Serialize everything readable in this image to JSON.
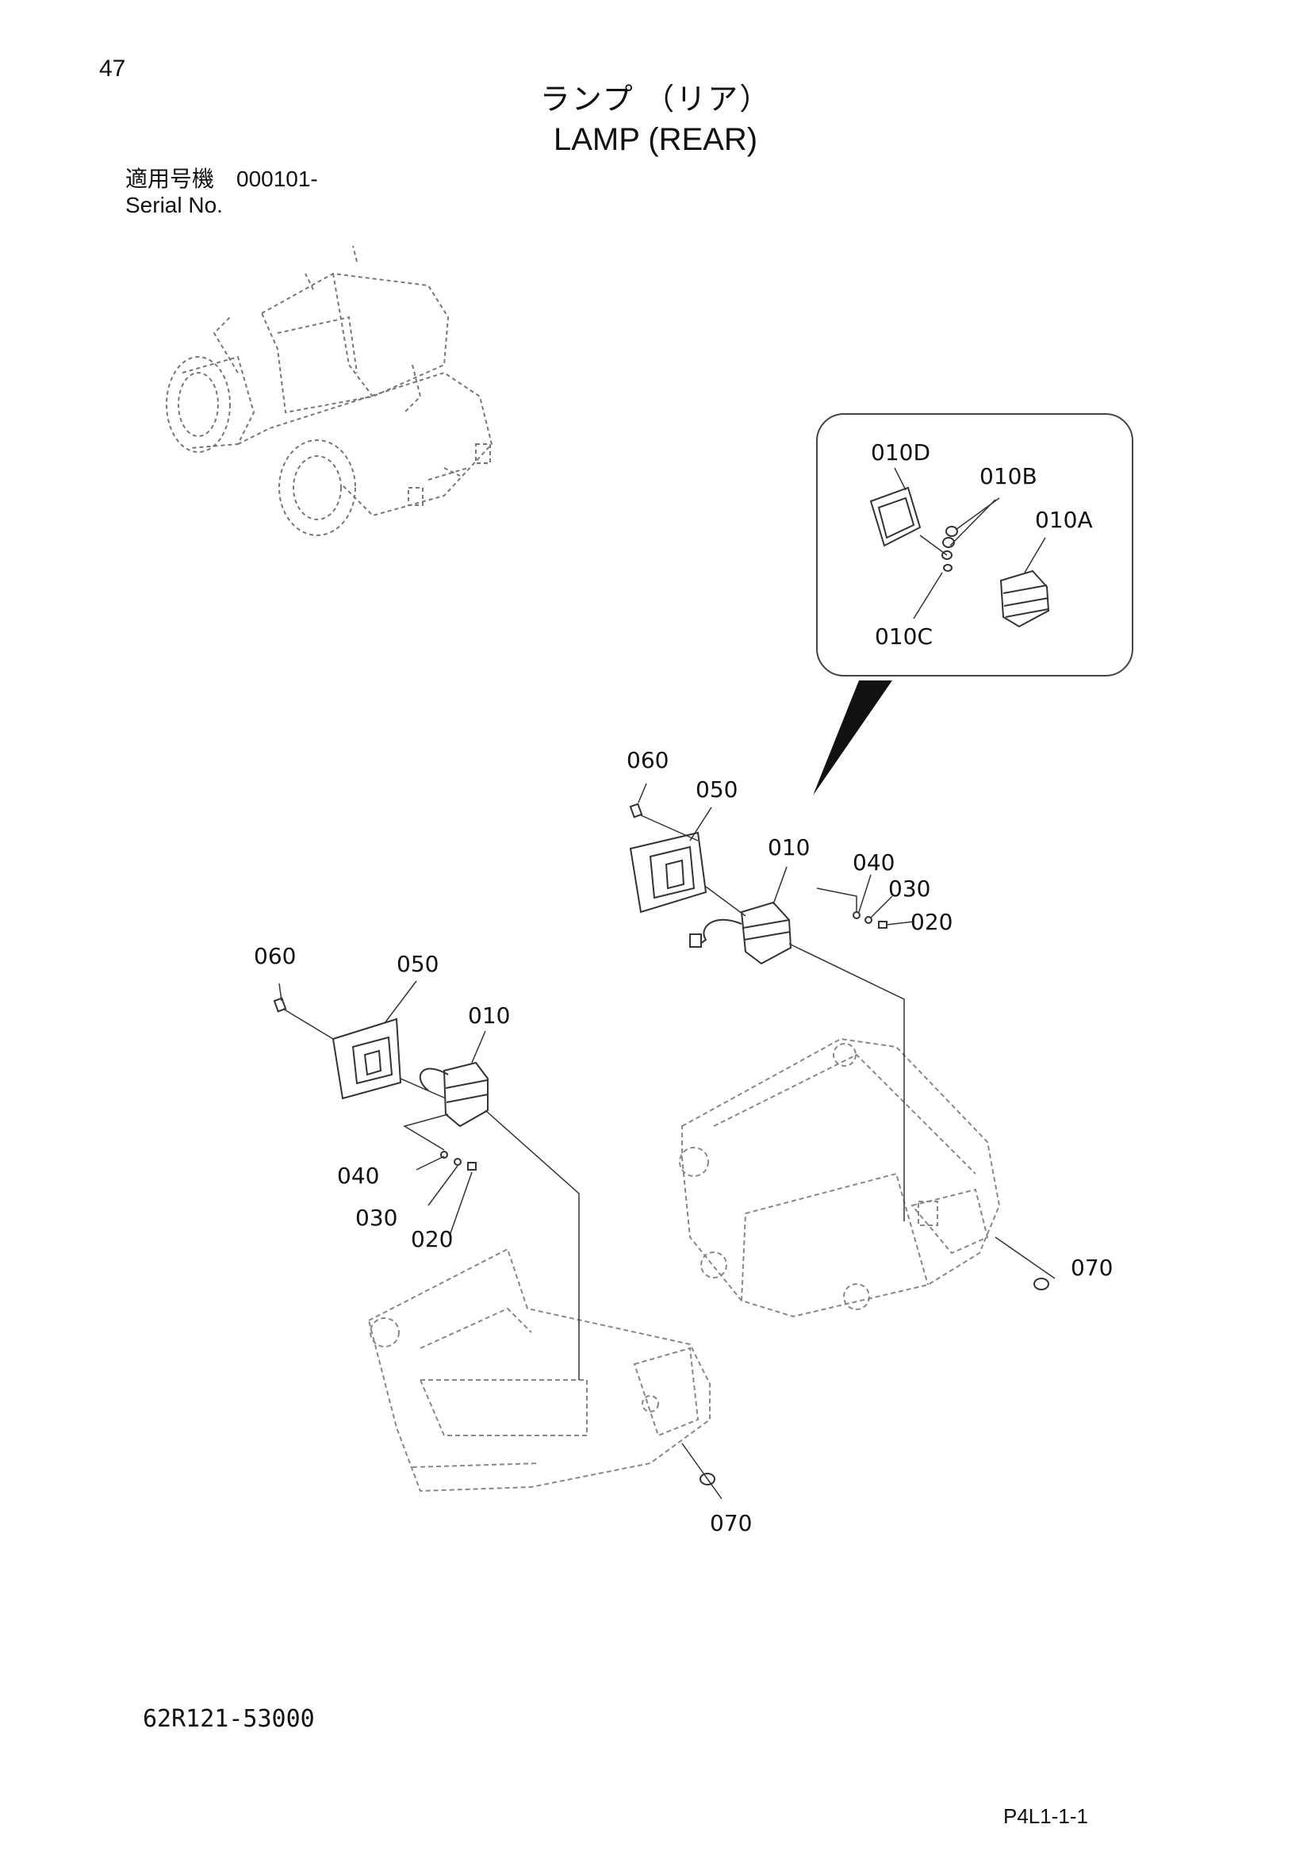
{
  "header": {
    "page_number": "47",
    "title_jp": "ランプ （リア）",
    "title_en": "LAMP (REAR)",
    "serial_jp": "適用号機　000101-",
    "serial_en": "Serial No."
  },
  "callouts": {
    "c010d": "010D",
    "c010b": "010B",
    "c010a": "010A",
    "c010c": "010C",
    "r060": "060",
    "r050": "050",
    "r010": "010",
    "r040": "040",
    "r030": "030",
    "r020": "020",
    "l060": "060",
    "l050": "050",
    "l010": "010",
    "l040": "040",
    "l030": "030",
    "l020": "020",
    "r070": "070",
    "l070": "070"
  },
  "footer": {
    "part_code": "62R121-53000",
    "page_ref": "P4L1-1-1"
  }
}
